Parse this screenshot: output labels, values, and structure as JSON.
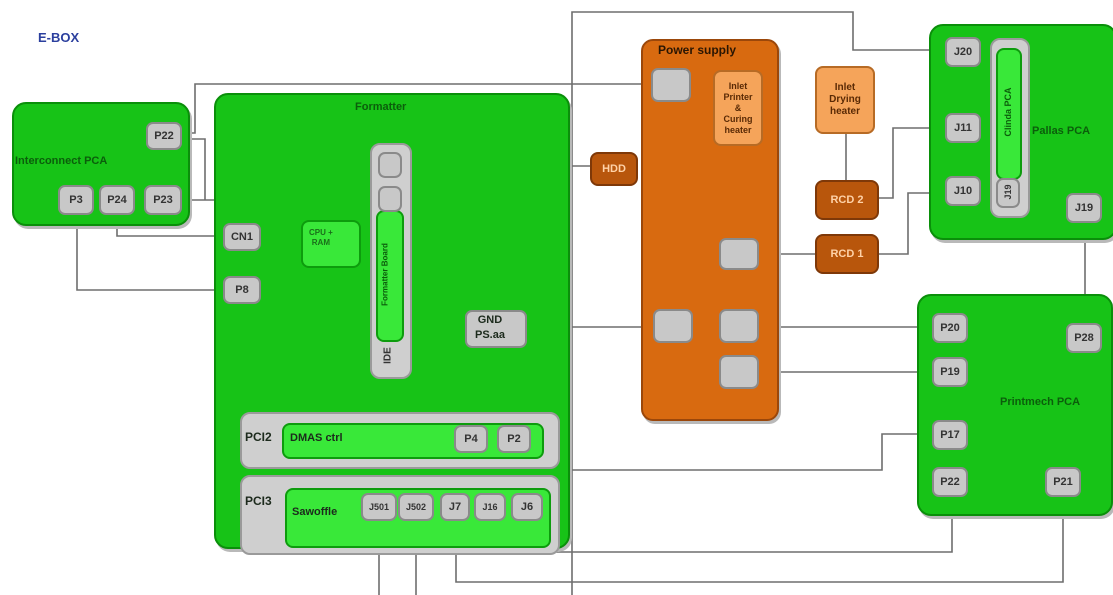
{
  "title": "E-BOX",
  "boards": {
    "interconnect": {
      "label": "Interconnect PCA",
      "connectors": [
        "P22",
        "P3",
        "P24",
        "P23"
      ]
    },
    "formatter": {
      "label": "Formatter",
      "connectors": [
        "CN1",
        "P8"
      ],
      "side_label": "CPU +\nRAM",
      "strip_label": "Formatter Board",
      "strip_bottom": "IDE",
      "gnd_label": "GND\nPS.aa",
      "pci2": {
        "slot": "PCI2",
        "card": "DMAS ctrl",
        "connectors": [
          "P4",
          "P2"
        ]
      },
      "pci3": {
        "slot": "PCI3",
        "card": "Sawoffle",
        "connectors": [
          "J501",
          "J502",
          "J7",
          "J16",
          "J6"
        ]
      }
    },
    "power_supply": {
      "label": "Power supply",
      "inner_label": "Inlet\nPrinter\n&\nCuring\nheater"
    },
    "hdd": {
      "label": "HDD"
    },
    "drying_heater": {
      "label": "Inlet\nDrying\nheater"
    },
    "rcd2": {
      "label": "RCD 2"
    },
    "rcd1": {
      "label": "RCD 1"
    },
    "pallas": {
      "label": "Pallas PCA",
      "connectors": [
        "J20",
        "J11",
        "J10",
        "J19",
        "J19"
      ],
      "inner_label": "Clinda PCA"
    },
    "printmech": {
      "label": "Printmech PCA",
      "connectors": [
        "P20",
        "P28",
        "P19",
        "P17",
        "P22",
        "P21"
      ]
    }
  }
}
